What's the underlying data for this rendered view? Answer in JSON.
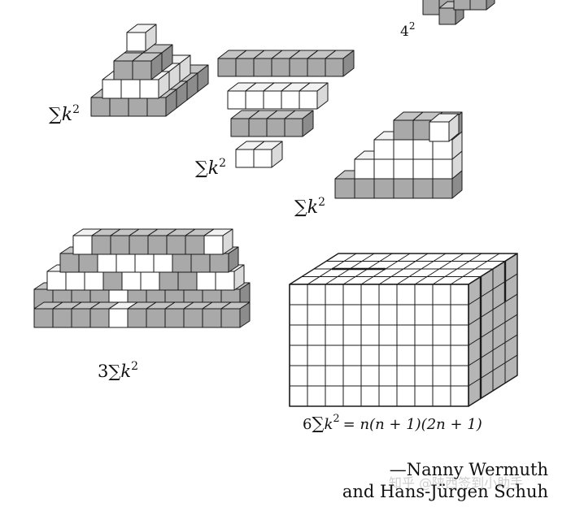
{
  "labels": {
    "top_right_power": {
      "base": "4",
      "exp": "2"
    },
    "sum_pyramid": {
      "sigma": "∑",
      "var": "k",
      "exp": "2"
    },
    "sum_layers": {
      "sigma": "∑",
      "var": "k",
      "exp": "2"
    },
    "sum_staircase": {
      "sigma": "∑",
      "var": "k",
      "exp": "2"
    },
    "triple_sum": {
      "coef": "3",
      "sigma": "∑",
      "var": "k",
      "exp": "2"
    },
    "formula": {
      "coef": "6",
      "sigma": "∑",
      "var": "k",
      "exp": "2",
      "rhs": "= n(n + 1)(2n + 1)"
    }
  },
  "credit": {
    "line1": "—Nanny Wermuth",
    "line2": "and Hans-Jürgen Schuh"
  },
  "watermark": "知乎 @陕西签到小助手",
  "colors": {
    "cube_gray": "#a9a9a9",
    "cube_white": "#ffffff",
    "stroke": "#1a1a1a"
  }
}
